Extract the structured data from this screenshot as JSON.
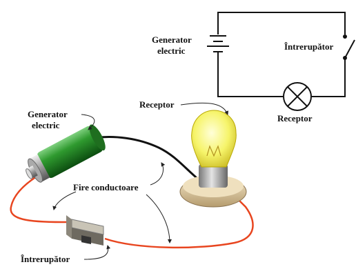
{
  "schematic": {
    "generator_label_line1": "Generator",
    "generator_label_line2": "electric",
    "switch_label": "Întrerupător",
    "receptor_label": "Receptor"
  },
  "illustration": {
    "generator_label_line1": "Generator",
    "generator_label_line2": "electric",
    "receptor_label": "Receptor",
    "wires_label": "Fire conductoare",
    "switch_label": "Întrerupător"
  },
  "colors": {
    "wire_red": "#e8451f",
    "wire_black": "#111111",
    "battery_green": "#2e8b2e",
    "bulb_yellow": "#f4f46a"
  }
}
